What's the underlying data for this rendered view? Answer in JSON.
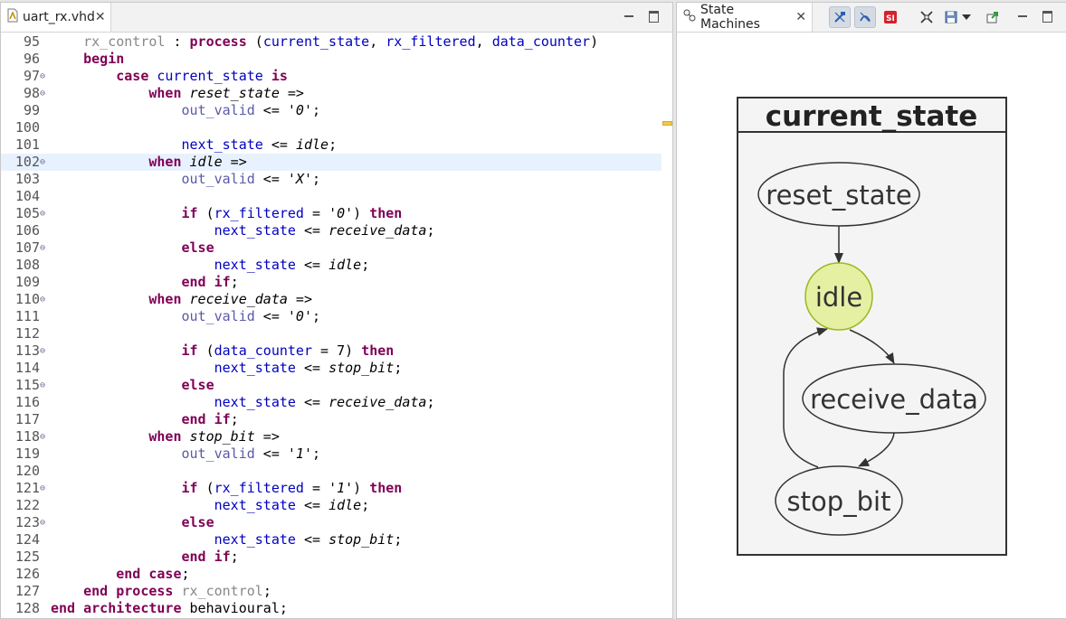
{
  "editor": {
    "tab_title": "uart_rx.vhd",
    "lines": [
      {
        "n": "95",
        "fold": false,
        "current": false,
        "seg": [
          [
            "    ",
            ""
          ],
          [
            "rx_control",
            "gr"
          ],
          [
            " : ",
            ""
          ],
          [
            "process",
            "kw"
          ],
          [
            " (",
            ""
          ],
          [
            "current_state",
            "sig"
          ],
          [
            ", ",
            ""
          ],
          [
            "rx_filtered",
            "sig"
          ],
          [
            ", ",
            ""
          ],
          [
            "data_counter",
            "sig"
          ],
          [
            ")",
            ""
          ]
        ]
      },
      {
        "n": "96",
        "fold": false,
        "current": false,
        "seg": [
          [
            "    ",
            ""
          ],
          [
            "begin",
            "kw"
          ]
        ]
      },
      {
        "n": "97",
        "fold": true,
        "current": false,
        "seg": [
          [
            "        ",
            ""
          ],
          [
            "case",
            "kw"
          ],
          [
            " ",
            ""
          ],
          [
            "current_state",
            "sig"
          ],
          [
            " ",
            ""
          ],
          [
            "is",
            "kw"
          ]
        ]
      },
      {
        "n": "98",
        "fold": true,
        "current": false,
        "seg": [
          [
            "            ",
            ""
          ],
          [
            "when",
            "kw"
          ],
          [
            " ",
            ""
          ],
          [
            "reset_state",
            "lit"
          ],
          [
            " =>",
            ""
          ]
        ]
      },
      {
        "n": "99",
        "fold": false,
        "current": false,
        "seg": [
          [
            "                ",
            ""
          ],
          [
            "out_valid",
            "out"
          ],
          [
            " <= ",
            ""
          ],
          [
            "'0'",
            "lit"
          ],
          [
            ";",
            ""
          ]
        ]
      },
      {
        "n": "100",
        "fold": false,
        "current": false,
        "seg": []
      },
      {
        "n": "101",
        "fold": false,
        "current": false,
        "seg": [
          [
            "                ",
            ""
          ],
          [
            "next_state",
            "sig"
          ],
          [
            " <= ",
            ""
          ],
          [
            "idle",
            "lit"
          ],
          [
            ";",
            ""
          ]
        ]
      },
      {
        "n": "102",
        "fold": true,
        "current": true,
        "seg": [
          [
            "            ",
            ""
          ],
          [
            "when",
            "kw"
          ],
          [
            " ",
            ""
          ],
          [
            "idle",
            "lit"
          ],
          [
            " =>",
            ""
          ]
        ]
      },
      {
        "n": "103",
        "fold": false,
        "current": false,
        "seg": [
          [
            "                ",
            ""
          ],
          [
            "out_valid",
            "out"
          ],
          [
            " <= ",
            ""
          ],
          [
            "'X'",
            "lit"
          ],
          [
            ";",
            ""
          ]
        ]
      },
      {
        "n": "104",
        "fold": false,
        "current": false,
        "seg": []
      },
      {
        "n": "105",
        "fold": true,
        "current": false,
        "seg": [
          [
            "                ",
            ""
          ],
          [
            "if",
            "kw"
          ],
          [
            " (",
            ""
          ],
          [
            "rx_filtered",
            "sig"
          ],
          [
            " = ",
            ""
          ],
          [
            "'0'",
            "lit"
          ],
          [
            ") ",
            ""
          ],
          [
            "then",
            "kw"
          ]
        ]
      },
      {
        "n": "106",
        "fold": false,
        "current": false,
        "seg": [
          [
            "                    ",
            ""
          ],
          [
            "next_state",
            "sig"
          ],
          [
            " <= ",
            ""
          ],
          [
            "receive_data",
            "lit"
          ],
          [
            ";",
            ""
          ]
        ]
      },
      {
        "n": "107",
        "fold": true,
        "current": false,
        "seg": [
          [
            "                ",
            ""
          ],
          [
            "else",
            "kw"
          ]
        ]
      },
      {
        "n": "108",
        "fold": false,
        "current": false,
        "seg": [
          [
            "                    ",
            ""
          ],
          [
            "next_state",
            "sig"
          ],
          [
            " <= ",
            ""
          ],
          [
            "idle",
            "lit"
          ],
          [
            ";",
            ""
          ]
        ]
      },
      {
        "n": "109",
        "fold": false,
        "current": false,
        "seg": [
          [
            "                ",
            ""
          ],
          [
            "end if",
            "kw"
          ],
          [
            ";",
            ""
          ]
        ]
      },
      {
        "n": "110",
        "fold": true,
        "current": false,
        "seg": [
          [
            "            ",
            ""
          ],
          [
            "when",
            "kw"
          ],
          [
            " ",
            ""
          ],
          [
            "receive_data",
            "lit"
          ],
          [
            " =>",
            ""
          ]
        ]
      },
      {
        "n": "111",
        "fold": false,
        "current": false,
        "seg": [
          [
            "                ",
            ""
          ],
          [
            "out_valid",
            "out"
          ],
          [
            " <= ",
            ""
          ],
          [
            "'0'",
            "lit"
          ],
          [
            ";",
            ""
          ]
        ]
      },
      {
        "n": "112",
        "fold": false,
        "current": false,
        "seg": []
      },
      {
        "n": "113",
        "fold": true,
        "current": false,
        "seg": [
          [
            "                ",
            ""
          ],
          [
            "if",
            "kw"
          ],
          [
            " (",
            ""
          ],
          [
            "data_counter",
            "sig"
          ],
          [
            " = 7) ",
            ""
          ],
          [
            "then",
            "kw"
          ]
        ]
      },
      {
        "n": "114",
        "fold": false,
        "current": false,
        "seg": [
          [
            "                    ",
            ""
          ],
          [
            "next_state",
            "sig"
          ],
          [
            " <= ",
            ""
          ],
          [
            "stop_bit",
            "lit"
          ],
          [
            ";",
            ""
          ]
        ]
      },
      {
        "n": "115",
        "fold": true,
        "current": false,
        "seg": [
          [
            "                ",
            ""
          ],
          [
            "else",
            "kw"
          ]
        ]
      },
      {
        "n": "116",
        "fold": false,
        "current": false,
        "seg": [
          [
            "                    ",
            ""
          ],
          [
            "next_state",
            "sig"
          ],
          [
            " <= ",
            ""
          ],
          [
            "receive_data",
            "lit"
          ],
          [
            ";",
            ""
          ]
        ]
      },
      {
        "n": "117",
        "fold": false,
        "current": false,
        "seg": [
          [
            "                ",
            ""
          ],
          [
            "end if",
            "kw"
          ],
          [
            ";",
            ""
          ]
        ]
      },
      {
        "n": "118",
        "fold": true,
        "current": false,
        "seg": [
          [
            "            ",
            ""
          ],
          [
            "when",
            "kw"
          ],
          [
            " ",
            ""
          ],
          [
            "stop_bit",
            "lit"
          ],
          [
            " =>",
            ""
          ]
        ]
      },
      {
        "n": "119",
        "fold": false,
        "current": false,
        "seg": [
          [
            "                ",
            ""
          ],
          [
            "out_valid",
            "out"
          ],
          [
            " <= ",
            ""
          ],
          [
            "'1'",
            "lit"
          ],
          [
            ";",
            ""
          ]
        ]
      },
      {
        "n": "120",
        "fold": false,
        "current": false,
        "seg": []
      },
      {
        "n": "121",
        "fold": true,
        "current": false,
        "seg": [
          [
            "                ",
            ""
          ],
          [
            "if",
            "kw"
          ],
          [
            " (",
            ""
          ],
          [
            "rx_filtered",
            "sig"
          ],
          [
            " = ",
            ""
          ],
          [
            "'1'",
            "lit"
          ],
          [
            ") ",
            ""
          ],
          [
            "then",
            "kw"
          ]
        ]
      },
      {
        "n": "122",
        "fold": false,
        "current": false,
        "seg": [
          [
            "                    ",
            ""
          ],
          [
            "next_state",
            "sig"
          ],
          [
            " <= ",
            ""
          ],
          [
            "idle",
            "lit"
          ],
          [
            ";",
            ""
          ]
        ]
      },
      {
        "n": "123",
        "fold": true,
        "current": false,
        "seg": [
          [
            "                ",
            ""
          ],
          [
            "else",
            "kw"
          ]
        ]
      },
      {
        "n": "124",
        "fold": false,
        "current": false,
        "seg": [
          [
            "                    ",
            ""
          ],
          [
            "next_state",
            "sig"
          ],
          [
            " <= ",
            ""
          ],
          [
            "stop_bit",
            "lit"
          ],
          [
            ";",
            ""
          ]
        ]
      },
      {
        "n": "125",
        "fold": false,
        "current": false,
        "seg": [
          [
            "                ",
            ""
          ],
          [
            "end if",
            "kw"
          ],
          [
            ";",
            ""
          ]
        ]
      },
      {
        "n": "126",
        "fold": false,
        "current": false,
        "seg": [
          [
            "        ",
            ""
          ],
          [
            "end case",
            "kw"
          ],
          [
            ";",
            ""
          ]
        ]
      },
      {
        "n": "127",
        "fold": false,
        "current": false,
        "seg": [
          [
            "    ",
            ""
          ],
          [
            "end process",
            "kw"
          ],
          [
            " ",
            ""
          ],
          [
            "rx_control",
            "gr"
          ],
          [
            ";",
            ""
          ]
        ]
      },
      {
        "n": "128",
        "fold": false,
        "current": false,
        "seg": [
          [
            "",
            ""
          ],
          [
            "end architecture",
            "kw"
          ],
          [
            " behavioural;",
            ""
          ]
        ]
      }
    ]
  },
  "state_machines": {
    "tab_title": "State Machines",
    "toolbar_icons": [
      "hide-transitions-icon",
      "hide-labels-icon",
      "sigasi-icon",
      "fit-icon",
      "save-icon",
      "dropdown-icon",
      "export-icon"
    ],
    "machine": {
      "name": "current_state",
      "states": [
        "reset_state",
        "idle",
        "receive_data",
        "stop_bit"
      ],
      "active_state": "idle",
      "active_fill": "#e6f0a3",
      "active_stroke": "#9ab81f"
    }
  }
}
